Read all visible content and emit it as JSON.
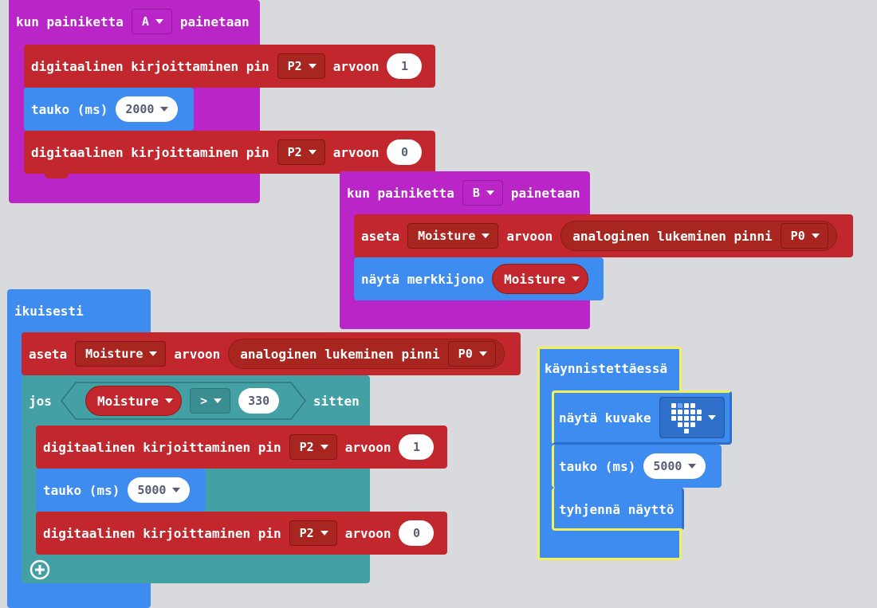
{
  "colors": {
    "input_hat": "#b925c7",
    "pins": "#c1272d",
    "basic": "#3f8cf0",
    "logic": "#43a0a4",
    "selected_outline": "#f4f05c",
    "workspace_bg": "#f3f4f6"
  },
  "group_a": {
    "hat_text1": "kun painiketta",
    "button": "A",
    "hat_text2": "painetaan",
    "write1": {
      "label": "digitaalinen kirjoittaminen pin",
      "pin": "P2",
      "to": "arvoon",
      "value": "1"
    },
    "pause": {
      "label": "tauko (ms)",
      "value": "2000"
    },
    "write2": {
      "label": "digitaalinen kirjoittaminen pin",
      "pin": "P2",
      "to": "arvoon",
      "value": "0"
    }
  },
  "group_b": {
    "hat_text1": "kun painiketta",
    "button": "B",
    "hat_text2": "painetaan",
    "set": {
      "label": "aseta",
      "var": "Moisture",
      "to": "arvoon",
      "read": "analoginen lukeminen pinni",
      "pin": "P0"
    },
    "show": {
      "label": "näytä merkkijono",
      "var": "Moisture"
    }
  },
  "forever": {
    "hat": "ikuisesti",
    "set": {
      "label": "aseta",
      "var": "Moisture",
      "to": "arvoon",
      "read": "analoginen lukeminen pinni",
      "pin": "P0"
    },
    "if": {
      "label": "jos",
      "var": "Moisture",
      "op": ">",
      "value": "330",
      "then": "sitten"
    },
    "write1": {
      "label": "digitaalinen kirjoittaminen pin",
      "pin": "P2",
      "to": "arvoon",
      "value": "1"
    },
    "pause": {
      "label": "tauko (ms)",
      "value": "5000"
    },
    "write2": {
      "label": "digitaalinen kirjoittaminen pin",
      "pin": "P2",
      "to": "arvoon",
      "value": "0"
    },
    "add_icon": "plus-circle-icon"
  },
  "on_start": {
    "hat": "käynnistettäessä",
    "show_icon": {
      "label": "näytä kuvake",
      "icon": "heart-icon"
    },
    "pause": {
      "label": "tauko (ms)",
      "value": "5000"
    },
    "clear": {
      "label": "tyhjennä näyttö"
    }
  }
}
